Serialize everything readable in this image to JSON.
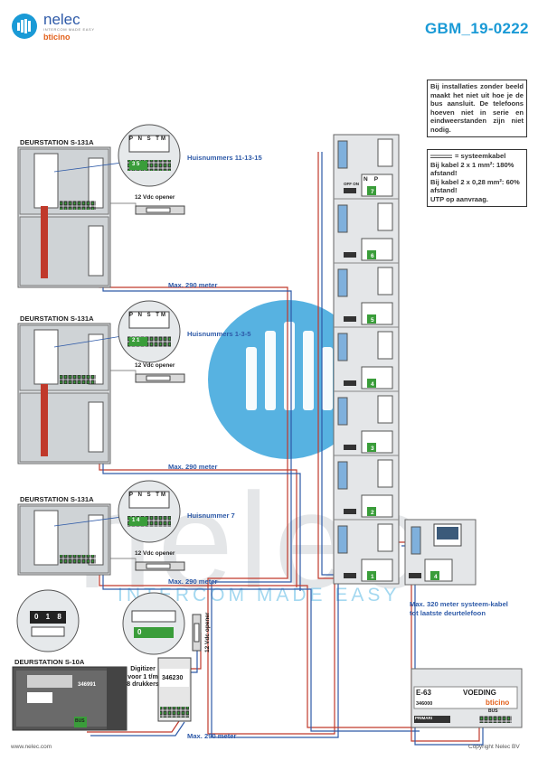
{
  "header": {
    "doc_code": "GBM_19-0222",
    "logo_name": "nelec",
    "logo_tagline": "INTERCOM MADE EASY",
    "logo_brand": "bticino"
  },
  "notes": {
    "installation": "Bij installaties zonder beeld maakt het niet uit hoe je de bus aansluit. De telefoons hoeven niet in serie en eindweerstanden zijn niet nodig.",
    "cable_title": "= systeemkabel",
    "cable_1": "Bij kabel 2 x 1 mm²: 180% afstand!",
    "cable_2": "Bij kabel 2 x 0,28 mm²: 60% afstand!",
    "cable_3": "UTP op aanvraag."
  },
  "stations": [
    {
      "title": "DEURSTATION S-131A",
      "numbers": "Huisnummers 11-13-15",
      "opener": "12 Vdc opener",
      "distance": "Max. 290 meter",
      "code": "3 5"
    },
    {
      "title": "DEURSTATION S-131A",
      "numbers": "Huisnummers 1-3-5",
      "opener": "12 Vdc opener",
      "distance": "Max. 290 meter",
      "code": "2 1"
    },
    {
      "title": "DEURSTATION S-131A",
      "numbers": "Huisnummer 7",
      "opener": "12 Vdc opener",
      "distance": "Max. 290 meter",
      "code": "1 4"
    }
  ],
  "terminal_labels": [
    "P",
    "N",
    "S",
    "TM",
    "1",
    "2"
  ],
  "station_10a": {
    "title": "DEURSTATION S-10A",
    "display": "0 1 8",
    "article": "346991",
    "bus_label": "BUS"
  },
  "digitizer": {
    "text": "Digitizer voor 1 t/m 8 drukkers",
    "article": "346230",
    "opener": "12 Vdc opener",
    "distance": "Max. 290 meter",
    "display": "0"
  },
  "handsets": {
    "off_on": "OFF ON",
    "terminals": [
      "N",
      "P"
    ],
    "bus_terminals": [
      "1",
      "2"
    ],
    "numbers": [
      "7",
      "6",
      "5",
      "4",
      "3",
      "2",
      "1",
      "4"
    ]
  },
  "supply": {
    "model": "E-63",
    "label": "VOEDING",
    "brand": "bticino",
    "article": "346000",
    "primary": "PRIMARI",
    "bus": "BUS"
  },
  "bus_note": "Max. 320 meter systeem-kabel tot laatste deurtelefoon",
  "watermark": {
    "word": "nelec",
    "tagline": "INTERCOM MADE EASY"
  },
  "footer": {
    "website": "www.nelec.com",
    "copyright": "Copyright Nelec BV"
  },
  "colors": {
    "brand_blue": "#1a9ad6",
    "bus_red": "#c0392b",
    "bus_blue": "#2e5aa8",
    "terminal_green": "#3a9d3a"
  }
}
